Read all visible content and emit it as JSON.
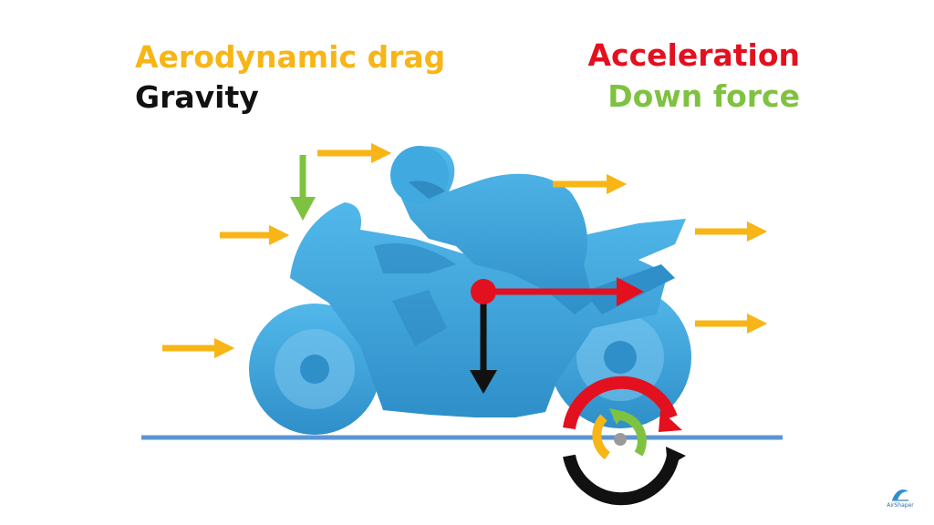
{
  "legend": {
    "aerodynamic_drag": "Aerodynamic drag",
    "gravity": "Gravity",
    "acceleration": "Acceleration",
    "down_force": "Down force"
  },
  "colors": {
    "drag": "#f7b516",
    "gravity": "#111111",
    "acceleration": "#e3101f",
    "down_force": "#7fc241",
    "bike": "#3aa3dc",
    "ground": "#5b96d2"
  },
  "logo": {
    "text": "AirShaper"
  }
}
